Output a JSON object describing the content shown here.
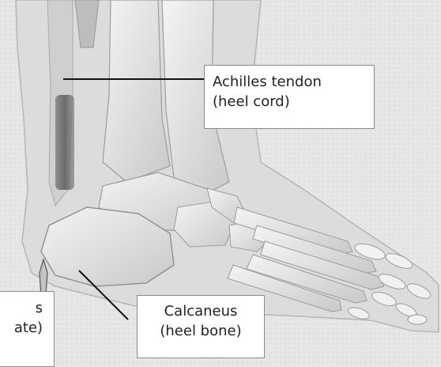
{
  "diagram": {
    "labels": {
      "achilles": {
        "line1": "Achilles tendon",
        "line2": "(heel cord)"
      },
      "calcaneus": {
        "line1": "Calcaneus",
        "line2": "(heel bone)"
      },
      "clipped": {
        "line1": "s",
        "line2": "ate)"
      }
    }
  }
}
